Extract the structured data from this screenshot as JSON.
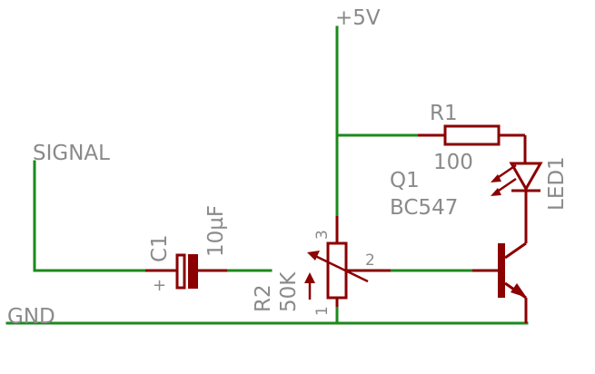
{
  "nets": {
    "supply": "+5V",
    "ground": "GND",
    "signal": "SIGNAL"
  },
  "components": {
    "r1": {
      "ref": "R1",
      "value": "100"
    },
    "c1": {
      "ref": "C1",
      "value": "10µF",
      "polarity": "+"
    },
    "r2": {
      "ref": "R2",
      "value": "50K",
      "pins": [
        "1",
        "2",
        "3"
      ]
    },
    "q1": {
      "ref": "Q1",
      "value": "BC547"
    },
    "led1": {
      "ref": "LED1"
    }
  },
  "colors": {
    "wire": "#1b8a1b",
    "part": "#8b0000",
    "label": "#8a8a8a"
  }
}
